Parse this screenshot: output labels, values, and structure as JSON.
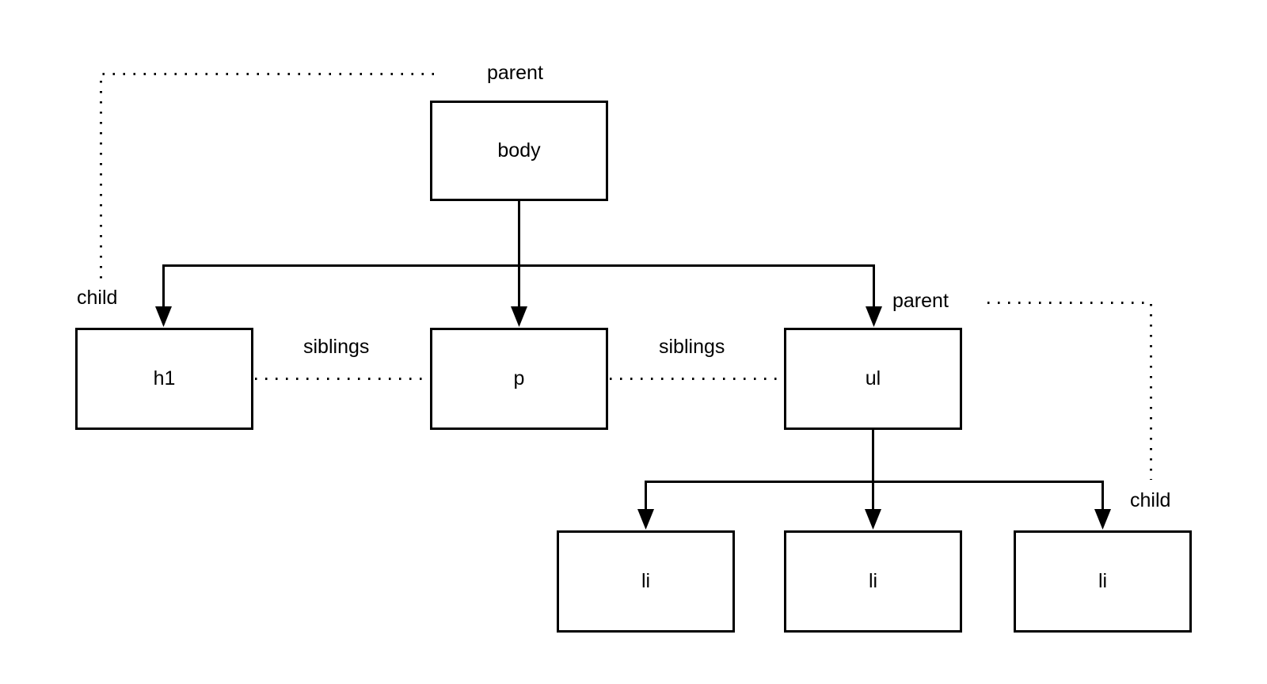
{
  "diagram": {
    "title_hint": "DOM tree parent/child/sibling relationships",
    "nodes": [
      {
        "id": "body",
        "label": "body"
      },
      {
        "id": "h1",
        "label": "h1"
      },
      {
        "id": "p",
        "label": "p"
      },
      {
        "id": "ul",
        "label": "ul"
      },
      {
        "id": "li-1",
        "label": "li"
      },
      {
        "id": "li-2",
        "label": "li"
      },
      {
        "id": "li-3",
        "label": "li"
      }
    ],
    "labels": {
      "parent_top": "parent",
      "child_left": "child",
      "siblings_left": "siblings",
      "siblings_right": "siblings",
      "parent_right": "parent",
      "child_right": "child"
    },
    "colors": {
      "line": "#000000",
      "text": "#000000",
      "background": "#ffffff"
    }
  }
}
